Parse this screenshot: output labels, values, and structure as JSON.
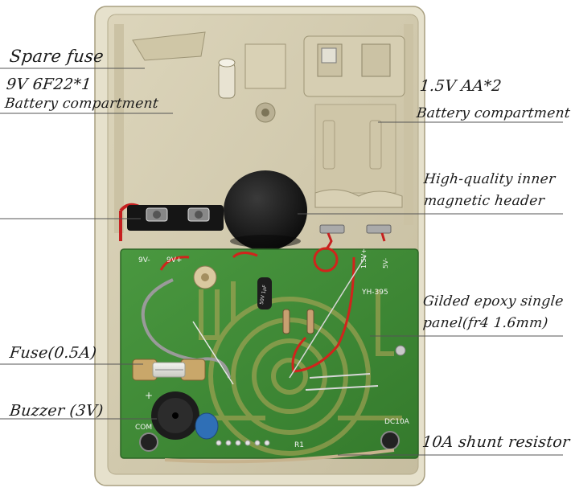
{
  "annotations": {
    "spare_fuse": "Spare fuse",
    "battery_9v_line1": "9V 6F22*1",
    "battery_9v_line2": "Battery compartment",
    "battery_aa_line1": "1.5V AA*2",
    "battery_aa_line2": "Battery compartment",
    "magnetic_line1": "High-quality inner",
    "magnetic_line2": "magnetic header",
    "epoxy_line1": "Gilded epoxy single",
    "epoxy_line2": "panel(fr4 1.6mm)",
    "fuse": "Fuse(0.5A)",
    "buzzer": "Buzzer (3V)",
    "shunt": "10A shunt resistor"
  },
  "pcb_markings": {
    "nine_v_minus": "9V-",
    "nine_v_plus": "9V+",
    "one_five_v_plus": "1.5V+",
    "five_v_minus": "5V-",
    "model": "YH-395",
    "com": "COM",
    "dc10a": "DC10A",
    "r1": "R1",
    "cap_text": "50V 1μF",
    "plus_sign": "+"
  },
  "colors": {
    "case": "#d4ccb0",
    "pcb": "#3f8a35",
    "copper": "#b9a85a",
    "buzzer": "#1c1c1c",
    "speaker": "#121212"
  }
}
